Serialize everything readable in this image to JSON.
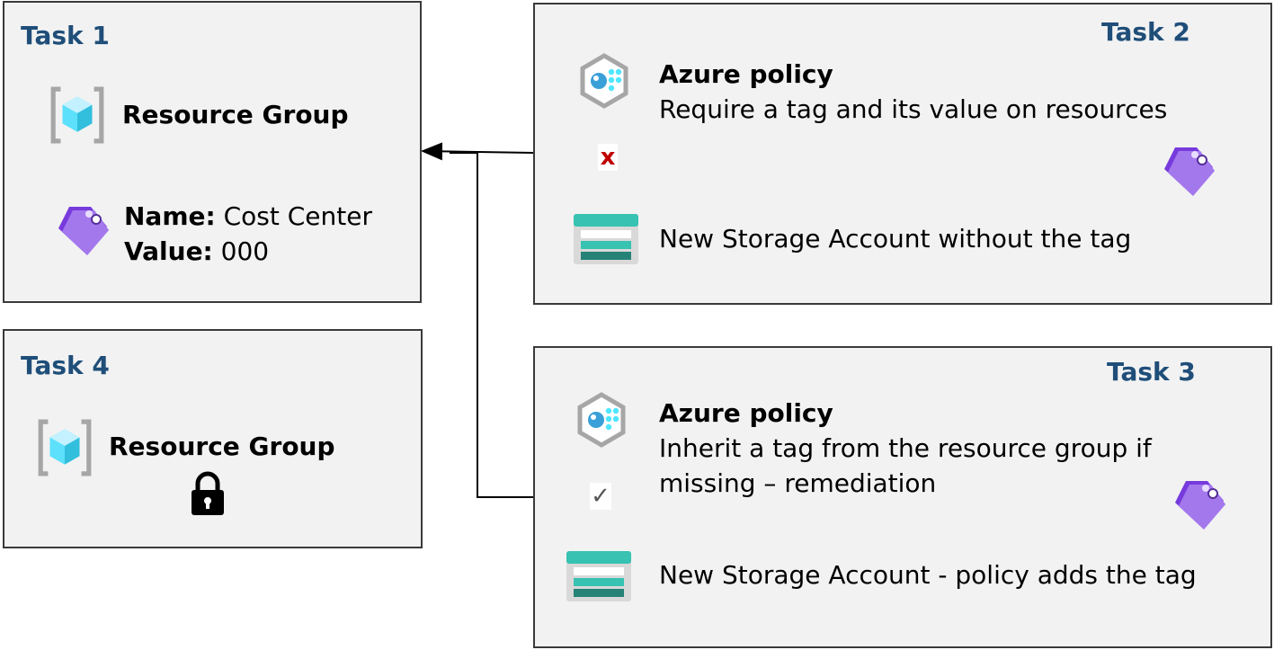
{
  "task1": {
    "title": "Task 1",
    "resource_label": "Resource Group",
    "tag_name_key": "Name:",
    "tag_name_value": "Cost Center",
    "tag_value_key": "Value:",
    "tag_value_value": "000"
  },
  "task2": {
    "title": "Task 2",
    "policy_title": "Azure policy",
    "policy_desc": "Require a tag and its value on resources",
    "denied_mark": "x",
    "storage_label": "New Storage Account  without the tag"
  },
  "task3": {
    "title": "Task 3",
    "policy_title": "Azure policy",
    "policy_desc_line1": "Inherit a tag from the resource group if",
    "policy_desc_line2": "missing – remediation",
    "allowed_mark": "✓",
    "storage_label": "New Storage Account   - policy adds the tag"
  },
  "task4": {
    "title": "Task 4",
    "resource_label": "Resource Group"
  },
  "icons": {
    "resource_group": "resource-group-icon",
    "tag": "tag-icon",
    "policy": "azure-policy-icon",
    "storage": "storage-account-icon",
    "lock": "lock-icon"
  },
  "colors": {
    "task_title": "#1f4e79",
    "deny": "#c00000",
    "box_fill": "#f2f2f2",
    "tag_purple": "#8c4fd6",
    "cube_cyan": "#50e6ff",
    "storage_teal": "#2bb7a5"
  }
}
